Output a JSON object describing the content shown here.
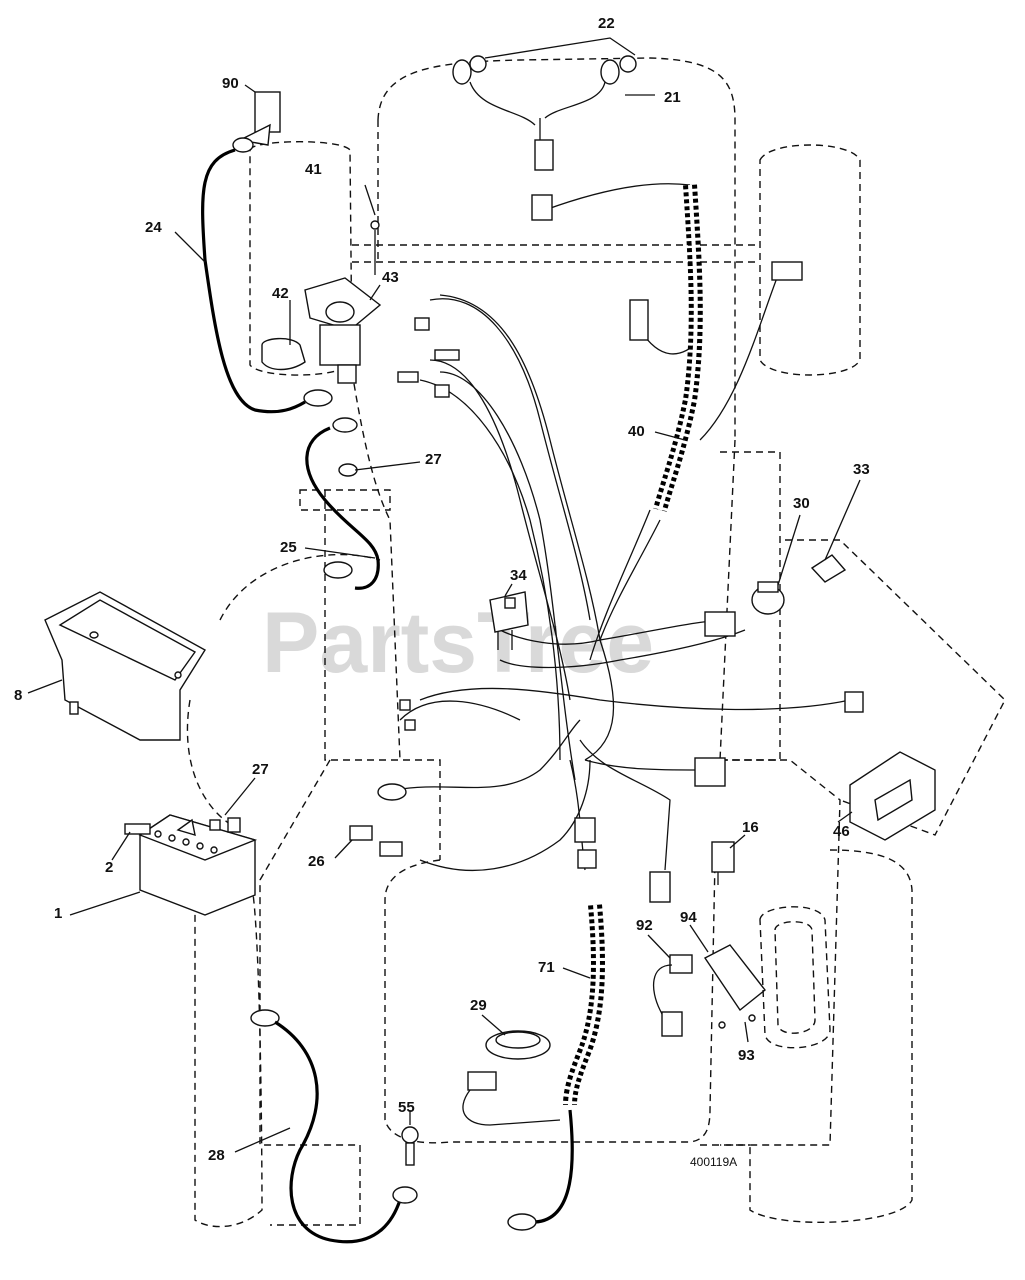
{
  "diagram": {
    "watermark": "PartsTree",
    "drawing_code": "400119A",
    "callouts": [
      "22",
      "21",
      "90",
      "41",
      "24",
      "42",
      "43",
      "40",
      "27",
      "33",
      "30",
      "25",
      "34",
      "8",
      "27",
      "2",
      "1",
      "26",
      "16",
      "46",
      "92",
      "94",
      "71",
      "29",
      "93",
      "55",
      "28"
    ]
  }
}
